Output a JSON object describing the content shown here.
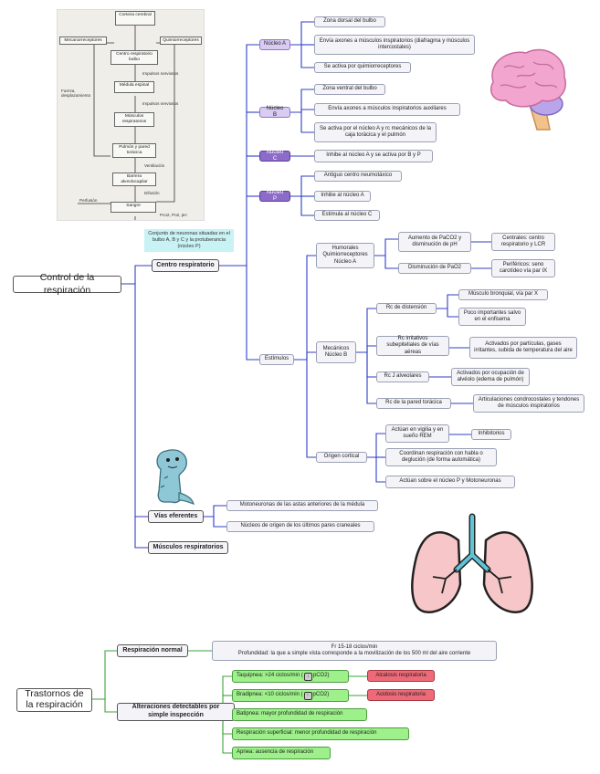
{
  "control": {
    "title": "Control de la respiración",
    "centro": {
      "label": "Centro respiratorio",
      "note": "Conjunto de neuronas situadas en el bulbo A, B y C y la protuberancia (núcleo P)",
      "nucleo_a": {
        "label": "Núcleo A",
        "items": [
          "Zona dorsal del bulbo",
          "Envía axones a músculos inspiratorios (diafragma y músculos intercostales)",
          "Se activa por quimiorreceptores"
        ]
      },
      "nucleo_b": {
        "label": "Núcleo B",
        "items": [
          "Zona ventral del bulbo",
          "Envía axones a músculos inspiratorios auxiliares",
          "Se activa por el núcleo A y rc mecánicos de la caja torácica y el pulmón"
        ]
      },
      "nucleo_c": {
        "label": "Núcleo C",
        "items": [
          "Inhibe al núcleo A y se activa por B y P"
        ]
      },
      "nucleo_p": {
        "label": "Núcleo P",
        "items": [
          "Antiguo centro neumotáxico",
          "Inhibe al núcleo A",
          "Estimula al núcleo C"
        ]
      }
    },
    "estimulos": {
      "label": "Estímulos",
      "humorales": {
        "label": "Humorales Quimiorreceptores Núcleo A",
        "aumento": "Aumento de PaCO2 y disminución de pH",
        "centrales": "Centrales: centro respiratorio y LCR",
        "disminucion": "Disminución de PaO2",
        "perifericos": "Periféricos: seno carotídeo vía par IX"
      },
      "mecanicos": {
        "label": "Mecánicos Núcleo B",
        "distension": "Rc de distensión",
        "musculo_bronquial": "Músculo bronquial, vía par X",
        "poco_importantes": "Poco importantes salvo en el enfisema",
        "irritativos": "Rc irritativos subepiteliales de vías aéreas",
        "activados_particulas": "Activados por partículas, gases irritantes, subida de temperatura del aire",
        "j_alveolares": "Rc J alveolares",
        "activados_ocupacion": "Activados por ocupación de alvéolo (edema de pulmón)",
        "pared_toracica": "Rc de la pared torácica",
        "articulaciones": "Articulaciones condrocostales y tendones de músculos inspiratorios"
      },
      "origen_cortical": {
        "label": "Origen cortical",
        "vigilia": "Actúan en vigilia y en sueño REM",
        "inhibitorios": "Inhibitorios",
        "coordinan": "Coordinan respiración con habla o deglución (de forma automática)",
        "actuan": "Actúan sobre el núcleo P y Motoneuronas"
      }
    },
    "vias": {
      "label": "Vías eferentes",
      "items": [
        "Motoneuronas de las astas anteriores de la médula",
        "Núcleos de origen de los últimos pares craneales"
      ]
    },
    "musculos": {
      "label": "Músculos respiratorios"
    }
  },
  "trastornos": {
    "title": "Trastornos de la respiración",
    "normal": {
      "label": "Respiración normal",
      "desc_line1": "Fr 15-18 ciclos/min",
      "desc_line2": "Profundidad: la que a simple vista corresponde a la movilización de los 500 ml del aire corriente"
    },
    "alteraciones": {
      "label": "Alteraciones detectables por simple inspección",
      "taquipnea": "Taquipnea: >24 ciclos/min (",
      "taquipnea_end": "pCO2)",
      "bradipnea": "Bradipnea: <10 ciclos/min (",
      "bradipnea_end": "pCO2)",
      "alcalosis": "Alcalosis respiratoria",
      "acidosis": "Acidosis respiratoria",
      "batipnea": "Batipnea: mayor profundidad de respiración",
      "superficial": "Respiración superficial: menor profundidad de respiración",
      "apnea": "Apnea: ausencia de respiración"
    }
  },
  "photo_diagram": {
    "corteza": "Corteza cerebral",
    "mecanorreceptores": "Mecanorreceptores",
    "quimiorreceptores": "Quimiorreceptores",
    "centro": "Centro respiratorio bulbo",
    "impulsos1": "Impulsos nerviosos",
    "medula": "Médula espinal",
    "impulsos2": "Impulsos nerviosos",
    "musculos": "Músculos respiratorios",
    "fuerza": "Fuerza, desplazamiento",
    "pulmon": "Pulmón y pared torácica",
    "ventilacion": "Ventilación",
    "barrera": "Barrera alveolocapilar",
    "difusion": "Difusión",
    "perfusion": "Perfusión",
    "sangre": "Sangre",
    "gases": "Pco2, Po2, pH"
  },
  "colors": {
    "blue_lines": "#2f3fc6",
    "green_lines": "#3ca23c",
    "purple": "#d9ccf2",
    "purple_dark": "#8c6bc9",
    "green": "#9ef08a",
    "red": "#ee6a78",
    "note": "#c9f2f4"
  },
  "icons": [
    "brain-icon",
    "dinosaur-icon",
    "lungs-icon"
  ]
}
